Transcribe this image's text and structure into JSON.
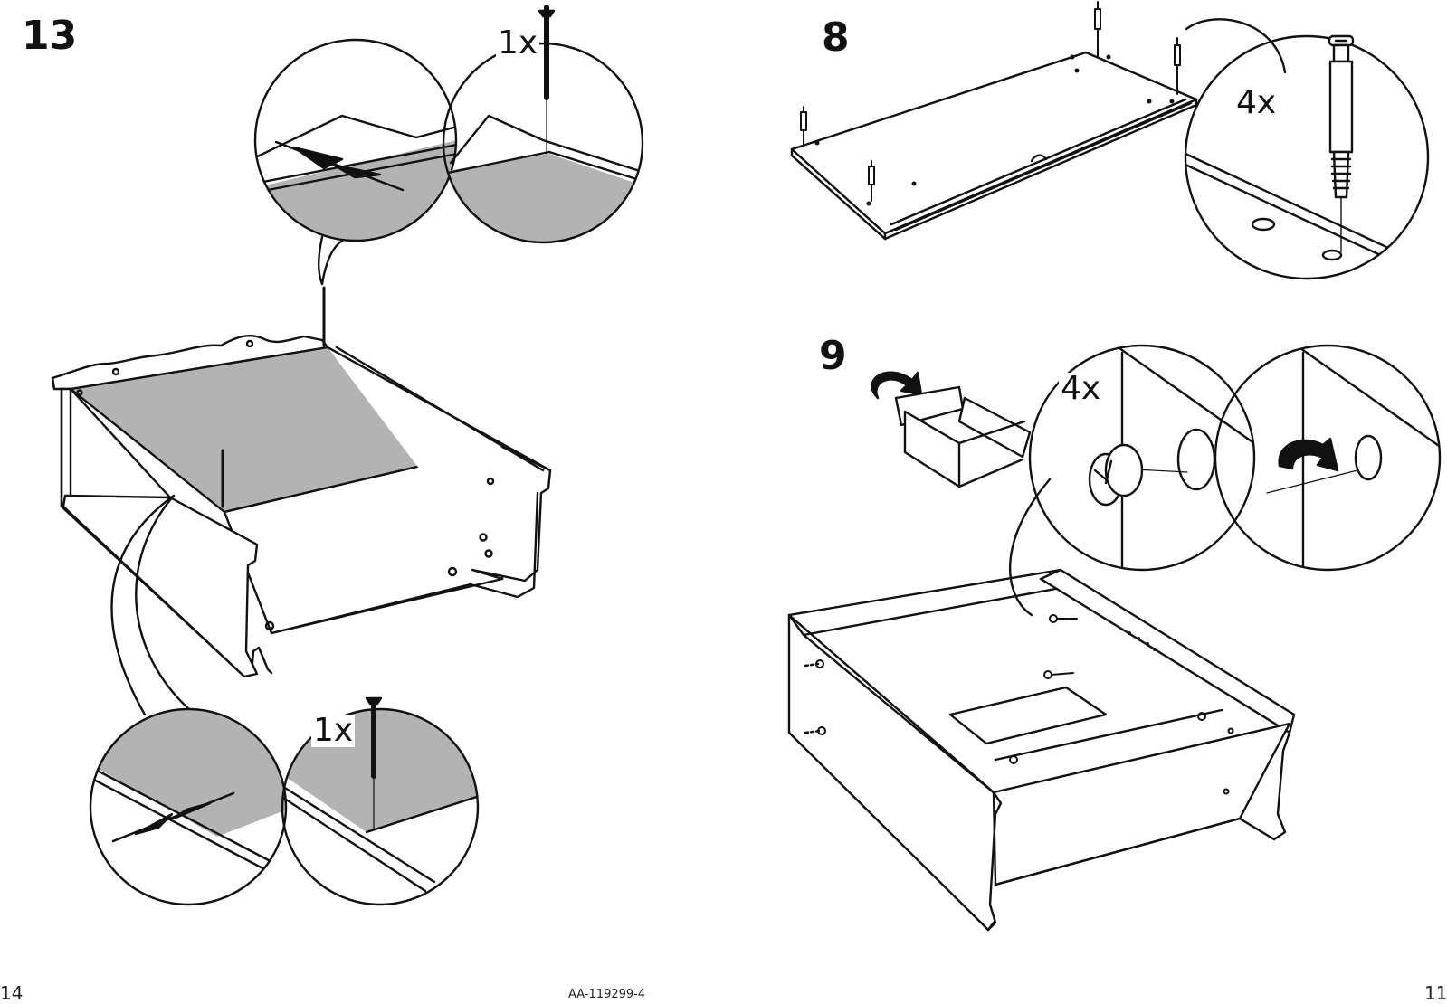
{
  "steps": {
    "left": {
      "number": "13",
      "callout_top_qty": "1x",
      "callout_bottom_qty": "1x"
    },
    "right_top": {
      "number": "8",
      "callout_qty": "4x"
    },
    "right_bottom": {
      "number": "9",
      "callout_qty": "4x"
    }
  },
  "footer": {
    "left_page_number": "14",
    "document_id": "AA-119299-4",
    "right_page_number": "11"
  },
  "colors": {
    "line": "#111111",
    "gray_fill": "#b3b3b3",
    "background": "#ffffff"
  },
  "icons": [
    "nail-icon",
    "dowel-screw-icon",
    "cam-lock-icon",
    "rotate-arrow-icon",
    "press-arrows-icon"
  ]
}
